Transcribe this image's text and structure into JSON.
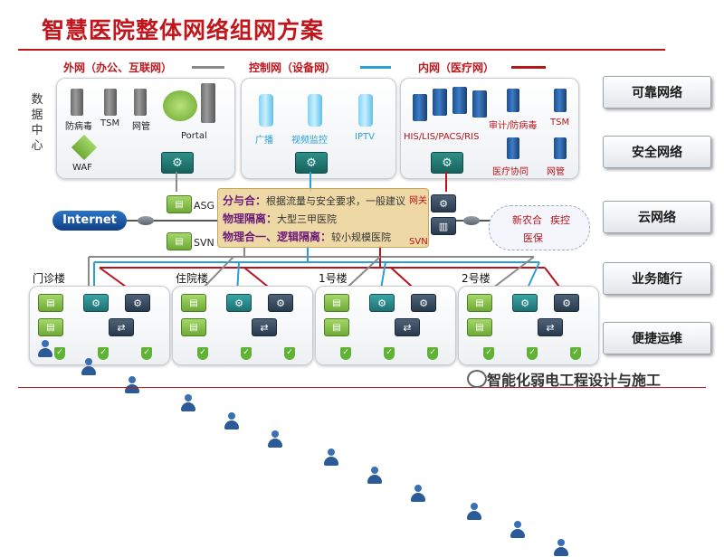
{
  "title": "智慧医院整体网络组网方案",
  "legend": {
    "external": {
      "label": "外网（办公、互联网）",
      "color": "#8a8a8a"
    },
    "control": {
      "label": "控制网（设备网）",
      "color": "#2a9fd6"
    },
    "internal": {
      "label": "内网（医疗网）",
      "color": "#b8141c"
    }
  },
  "data_center": {
    "label": "数据中心",
    "external_panel": {
      "devices": [
        "防病毒",
        "TSM",
        "网管",
        "Portal",
        "WAF"
      ]
    },
    "control_panel": {
      "devices": [
        "广播",
        "视频监控",
        "IPTV"
      ]
    },
    "internal_panel": {
      "devices": [
        "HIS/LIS/PACS/RIS",
        "审计/防病毒",
        "TSM",
        "医疗协同",
        "网管"
      ]
    }
  },
  "core": {
    "internet": "Internet",
    "asg": "ASG",
    "svn_left": "SVN",
    "svn_right": "SVN",
    "gateway_label": "网关",
    "cloud": [
      "新农合",
      "疾控",
      "医保"
    ],
    "strategy": [
      {
        "head": "分与合：",
        "body": "根据流量与安全要求，一般建议"
      },
      {
        "head": "物理隔离：",
        "body": "大型三甲医院"
      },
      {
        "head": "物理合一、逻辑隔离：",
        "body": "较小规模医院"
      }
    ]
  },
  "buildings": [
    "门诊楼",
    "住院楼",
    "1号楼",
    "2号楼"
  ],
  "right_panel": [
    "可靠网络",
    "安全网络",
    "云网络",
    "业务随行",
    "便捷运维"
  ],
  "watermark": "智能化弱电工程设计与施工"
}
